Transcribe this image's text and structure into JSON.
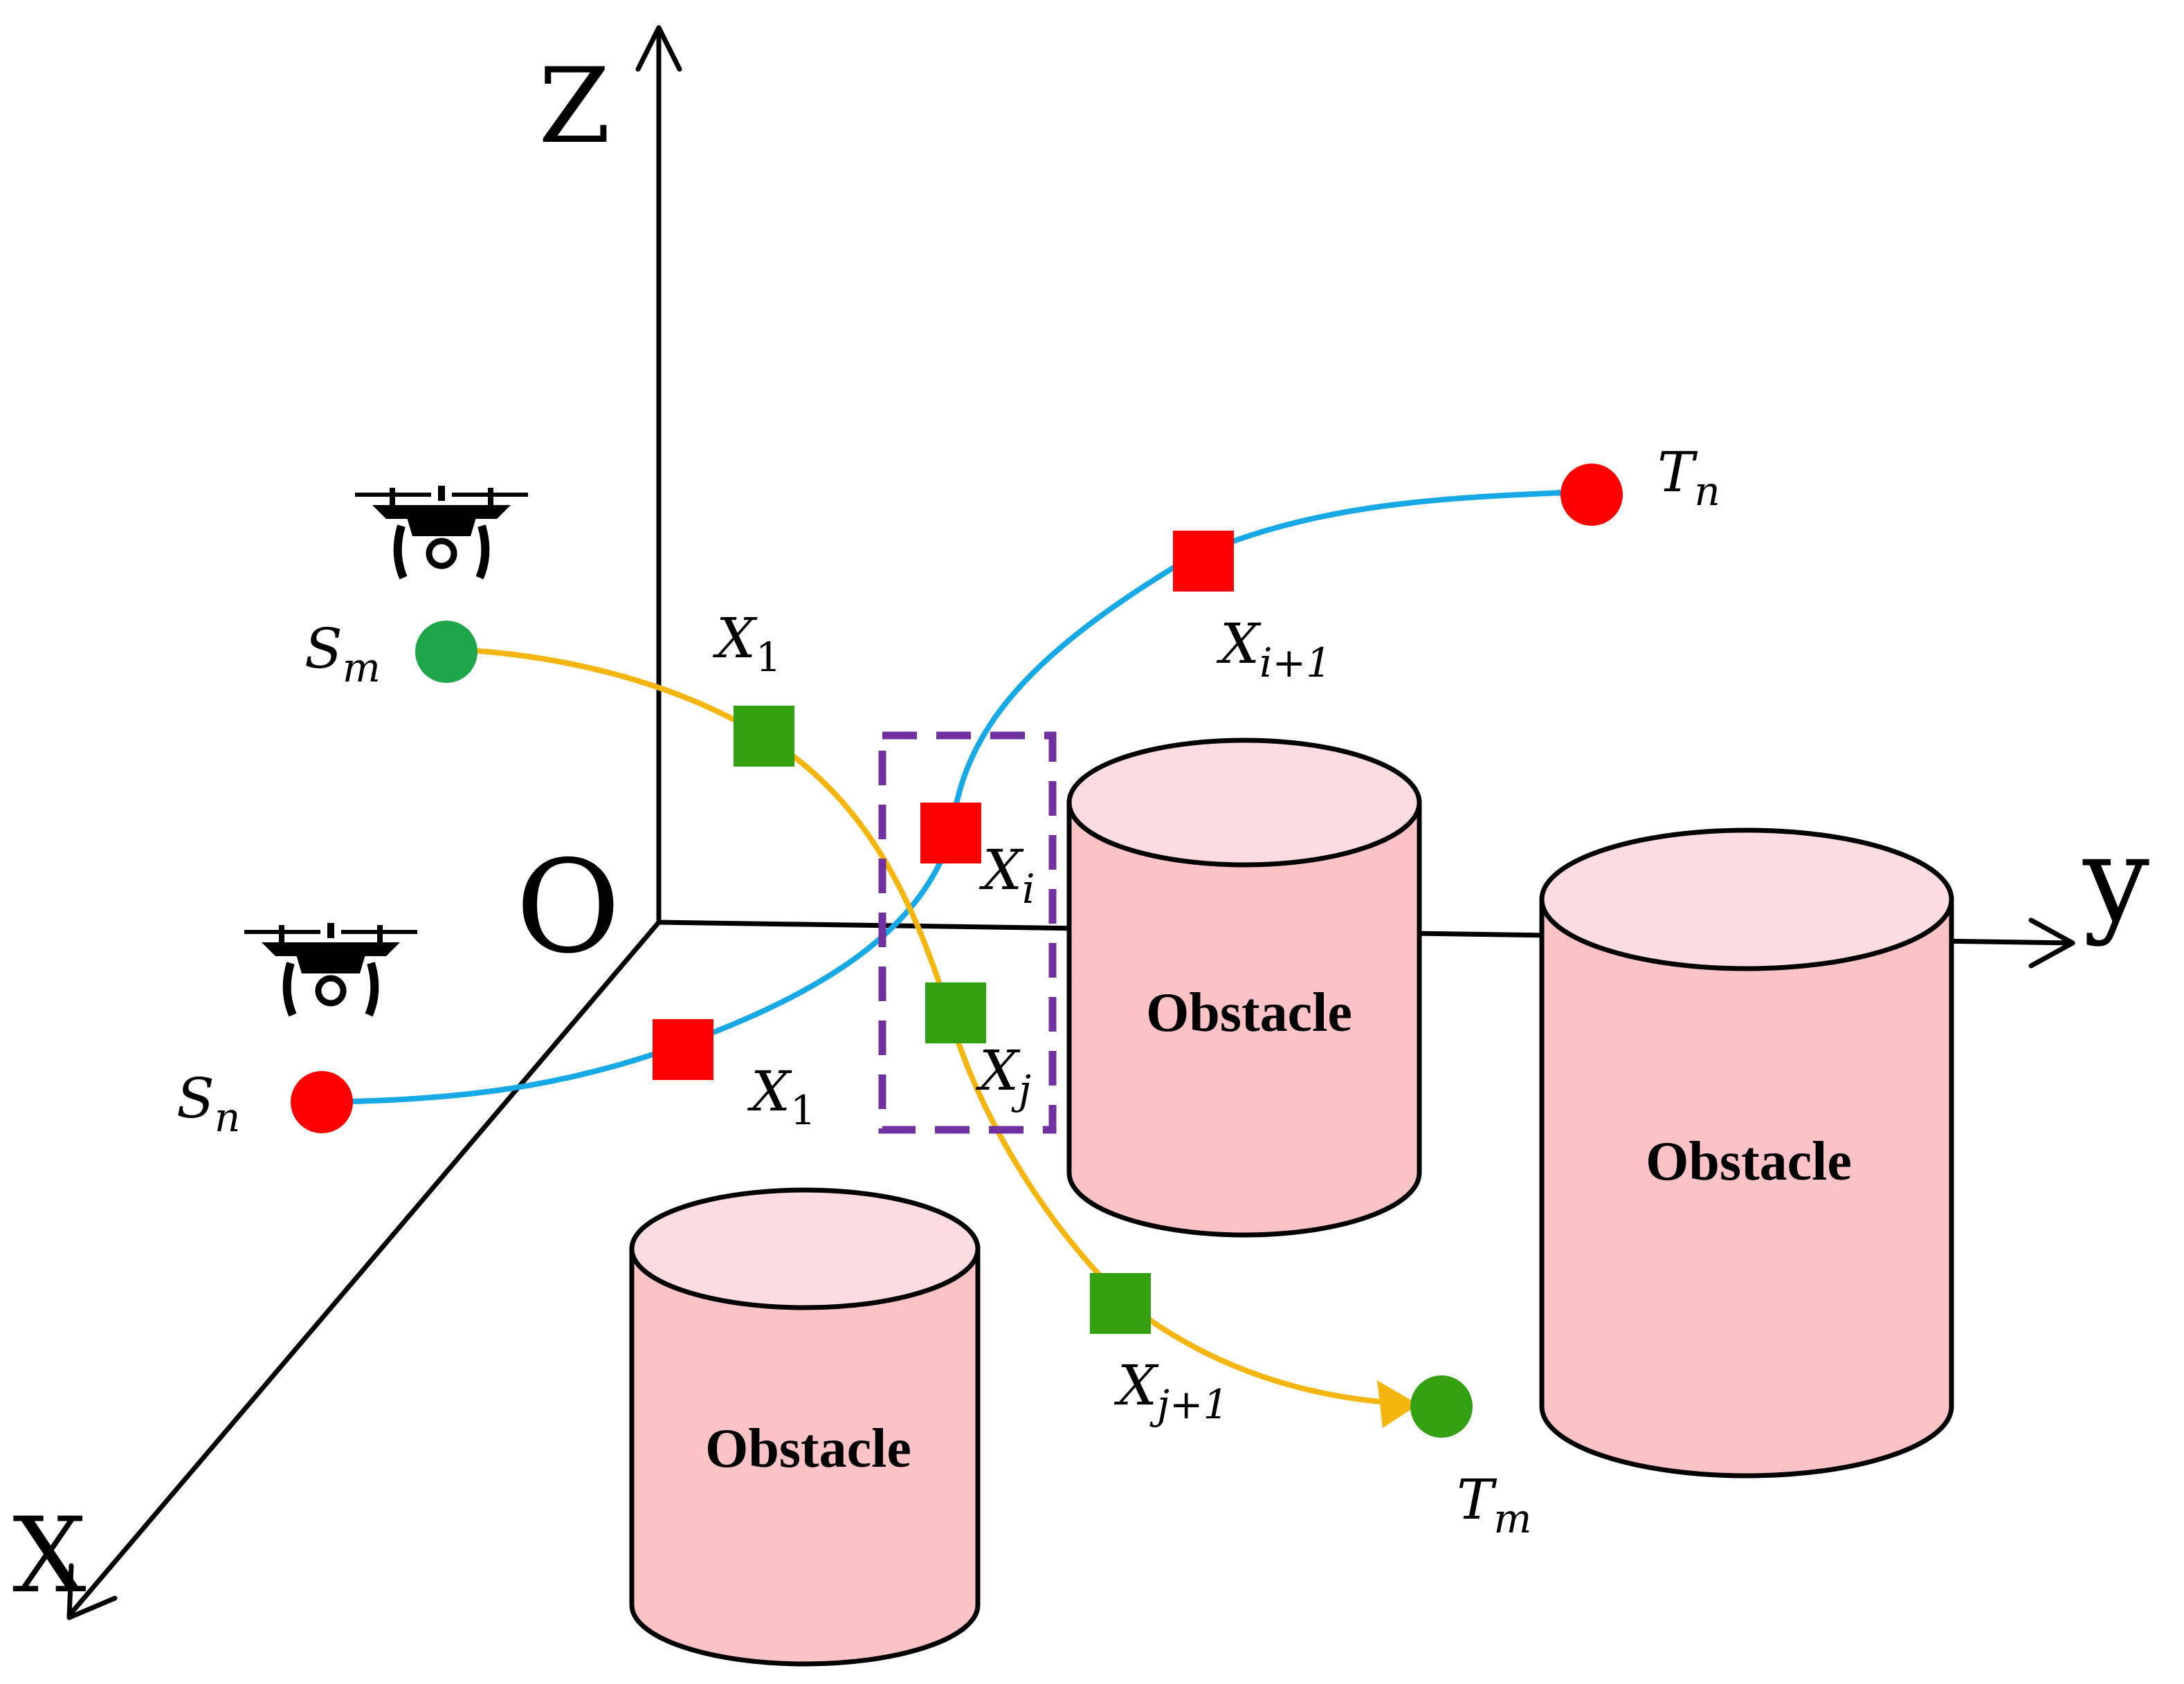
{
  "colors": {
    "axis": "#000000",
    "cylinder_fill": "#fbc3c6",
    "cylinder_top": "#fcdcde",
    "cylinder_stroke": "#000000",
    "blue_path": "#16a9e6",
    "yellow_path": "#f5b50f",
    "red": "#ff0000",
    "green_waypoint": "#33a012",
    "green_start": "#1fa64a",
    "purple_box": "#7030a0"
  },
  "axes": {
    "z_label": "Z",
    "y_label": "y",
    "x_label": "X",
    "origin_label": "O"
  },
  "obstacles": [
    {
      "label": "Obstacle"
    },
    {
      "label": "Obstacle"
    },
    {
      "label": "Obstacle"
    }
  ],
  "labels": {
    "s_m": {
      "main": "S",
      "sub": "m"
    },
    "s_n": {
      "main": "S",
      "sub": "n"
    },
    "t_n": {
      "main": "T",
      "sub": "n"
    },
    "t_m": {
      "main": "T",
      "sub": "m"
    },
    "x1_green": {
      "main": "X",
      "sub": "1"
    },
    "x1_red": {
      "main": "X",
      "sub": "1"
    },
    "xi": {
      "main": "X",
      "sub": "i"
    },
    "xi1": {
      "main": "X",
      "sub": "i+1"
    },
    "xj": {
      "main": "X",
      "sub": "j"
    },
    "xj1": {
      "main": "X",
      "sub": "j+1"
    }
  },
  "icons": [
    "drone-icon",
    "drone-icon"
  ]
}
